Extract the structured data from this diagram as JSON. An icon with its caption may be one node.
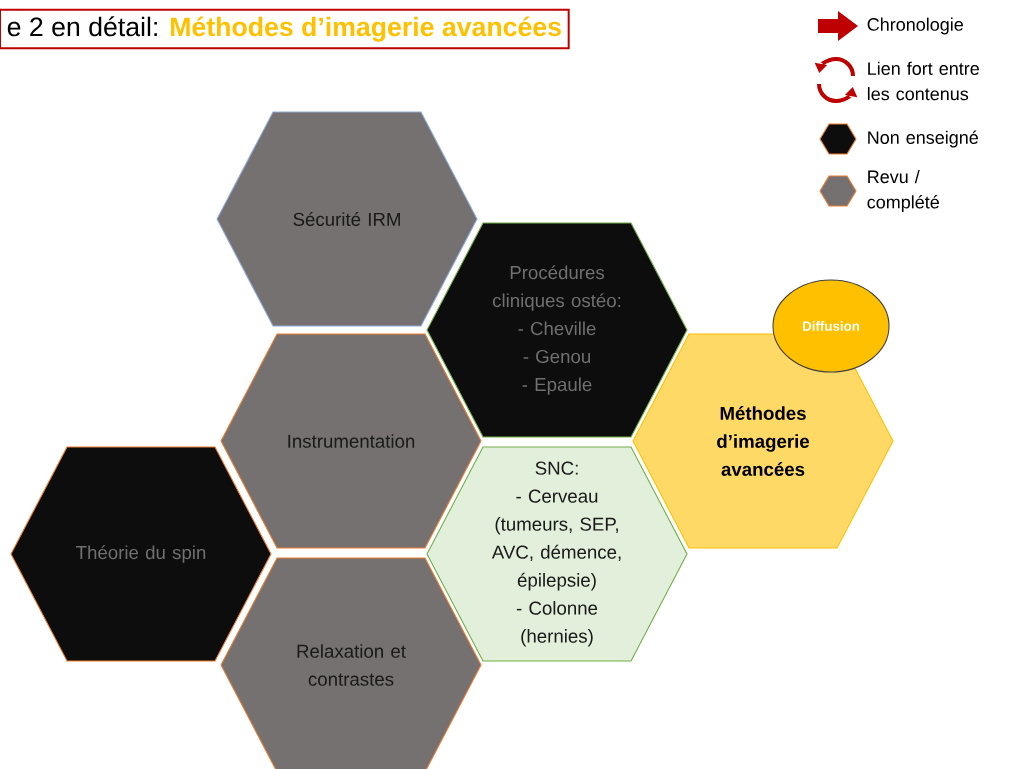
{
  "diagram": {
    "title": "e 2 en détail: **Méthodes d’imagerie avancées**",
    "nodes": [
      {
        "text": [
          "Sécurité IRM"
        ]
      },
      {
        "text": [
          "Procédures cliniques ostéo:",
          "- Cheville",
          "- Genou",
          "- Epaule"
        ]
      },
      {
        "text": [
          "Diffusion"
        ]
      },
      {
        "text": [
          "Instrumentation"
        ]
      },
      {
        "text": [
          "Méthodes d’imagerie avancées"
        ]
      },
      {
        "text": [
          "Théorie du spin"
        ]
      },
      {
        "text": [
          "SNC:",
          "- Cerveau (tumeurs, SEP, AVC, démence, épilepsie)",
          "- Colonne (hernies)"
        ]
      },
      {
        "text": [
          "Relaxation et contrastes"
        ]
      }
    ],
    "legend": [
      {
        "text": "Chronologie"
      },
      {
        "text": "Lien fort entre les contenus"
      },
      {
        "text": "Non enseigné",
        "color": "#0d0d0d"
      },
      {
        "text": "Revu / complété",
        "color": "#767171"
      }
    ]
  }
}
